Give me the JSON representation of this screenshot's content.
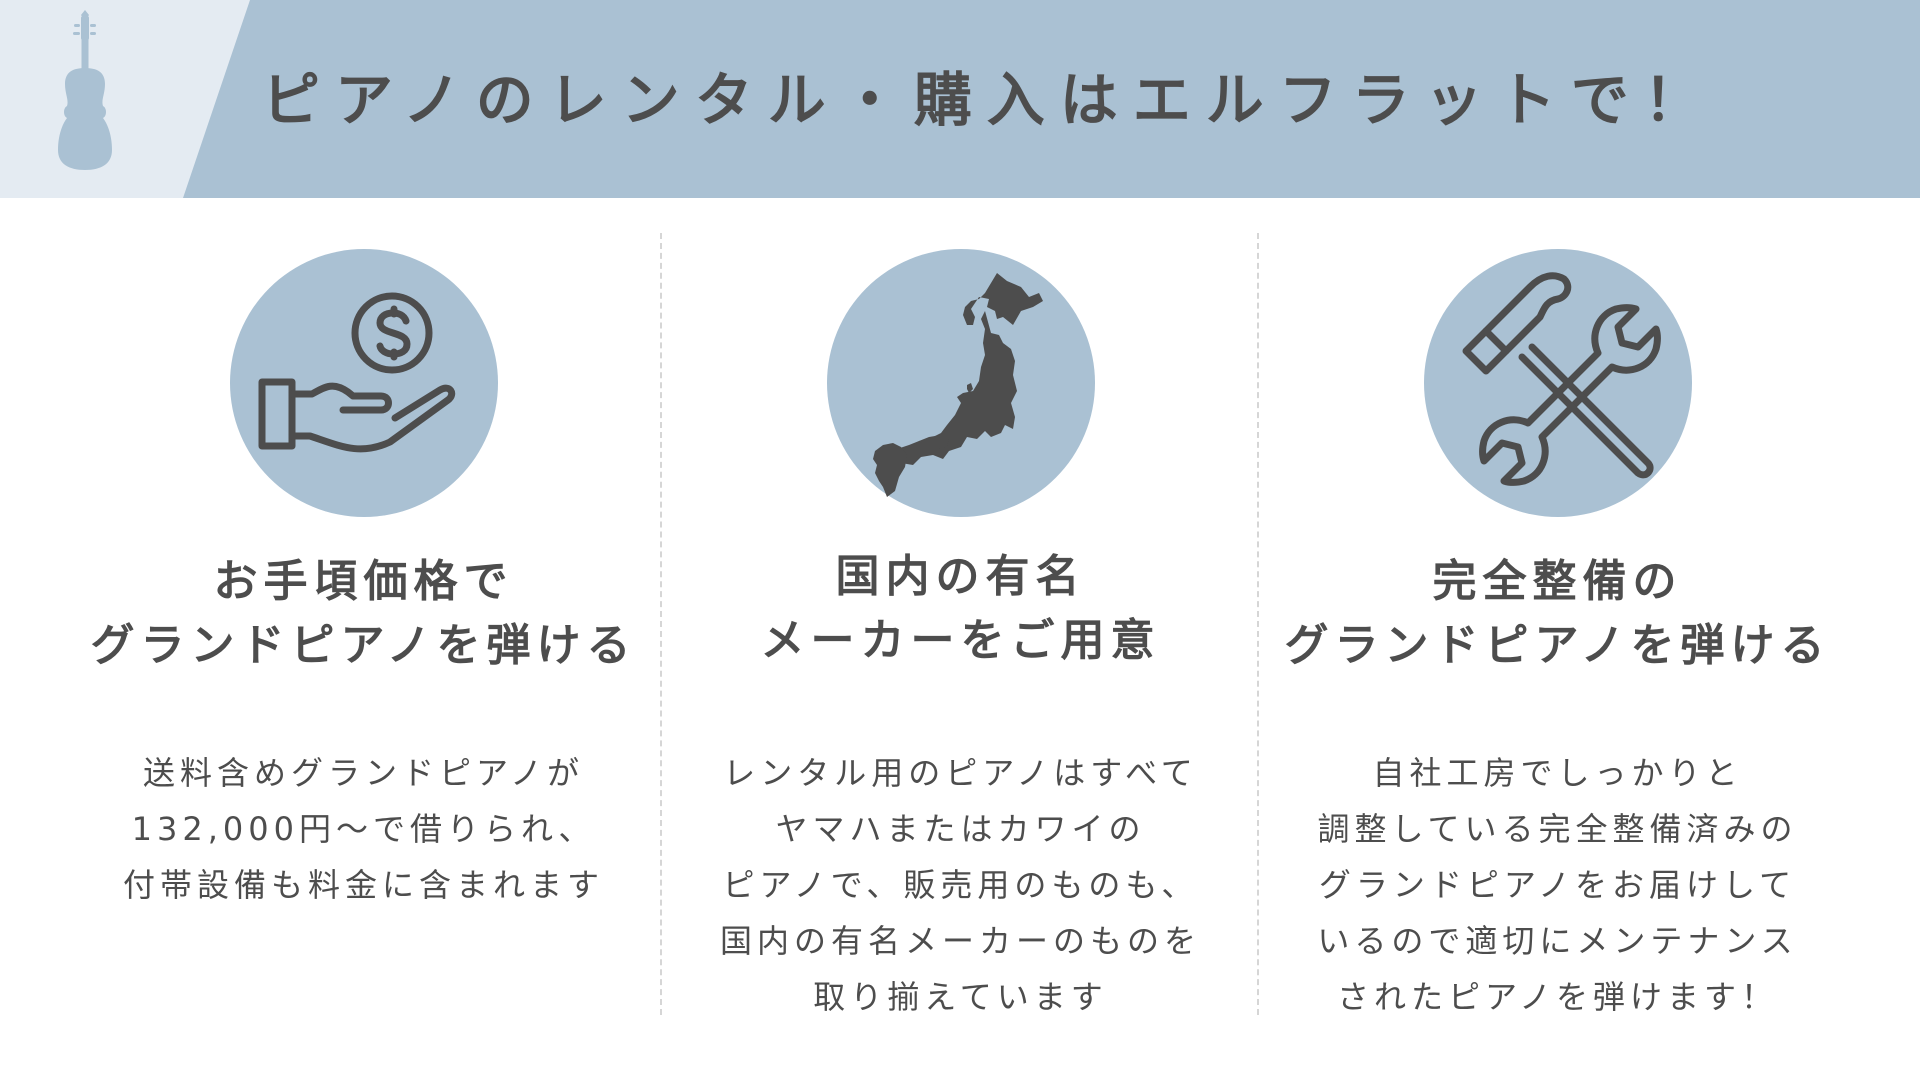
{
  "banner": {
    "title": "ピアノのレンタル・購入はエルフラットで！",
    "icon": "violin-icon",
    "colors": {
      "banner_bg": "#aac1d3",
      "left_panel_bg": "#e4ebf2",
      "text": "#4d4d4d"
    }
  },
  "features": [
    {
      "icon": "hand-with-coin-icon",
      "heading": [
        "お手頃価格で",
        "グランドピアノを弾ける"
      ],
      "body": [
        "送料含めグランドピアノが",
        "132,000円～で借りられ、",
        "付帯設備も料金に含まれます"
      ]
    },
    {
      "icon": "japan-map-icon",
      "heading": [
        "国内の有名",
        "メーカーをご用意"
      ],
      "body": [
        "レンタル用のピアノはすべて",
        "ヤマハまたはカワイの",
        "ピアノで、販売用のものも、",
        "国内の有名メーカーのものを",
        "取り揃えています"
      ]
    },
    {
      "icon": "hammer-and-wrench-icon",
      "heading": [
        "完全整備の",
        "グランドピアノを弾ける"
      ],
      "body": [
        "自社工房でしっかりと",
        "調整している完全整備済みの",
        "グランドピアノをお届けして",
        "いるので適切にメンテナンス",
        "されたピアノを弾けます！"
      ]
    }
  ],
  "colors": {
    "circle": "#aac1d3",
    "icon_stroke": "#4d4d4d",
    "divider": "#d6d6d6"
  }
}
